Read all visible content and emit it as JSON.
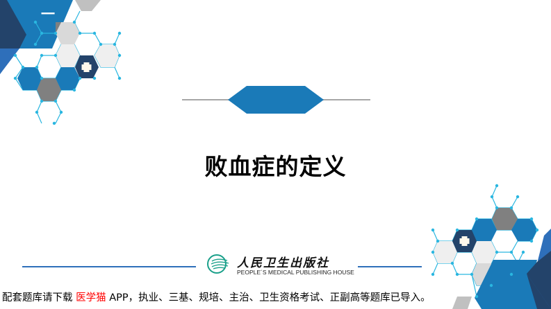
{
  "section": {
    "number": "一",
    "title": "败血症的定义"
  },
  "publisher": {
    "name_cn": "人民卫生出版社",
    "name_en": "PEOPLE´S MEDICAL PUBLISHING HOUSE"
  },
  "footer": {
    "prefix": "配套题库请下载",
    "app_name": "医学猫",
    "suffix": " APP，执业、三基、规培、主治、卫生资格考试、正副高等题库已导入。"
  },
  "colors": {
    "primary_blue": "#1a7ab8",
    "dark_navy": "#23436a",
    "mid_blue": "#2e6fba",
    "cyan_lines": "#29b6e0",
    "gray_hex": "#808080",
    "light_gray_hex": "#d9d9d9",
    "pale_hex": "#efefef",
    "accent_red": "#ff0000",
    "logo_green": "#1aa08a"
  }
}
